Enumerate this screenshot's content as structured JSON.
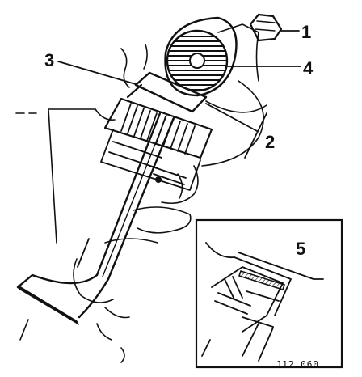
{
  "callouts": [
    {
      "id": "1",
      "label": "1"
    },
    {
      "id": "2",
      "label": "2"
    },
    {
      "id": "3",
      "label": "3"
    },
    {
      "id": "4",
      "label": "4"
    },
    {
      "id": "5",
      "label": "5"
    }
  ],
  "figure_id": "J12 060",
  "colors": {
    "ink": "#111111",
    "paper": "#ffffff"
  }
}
